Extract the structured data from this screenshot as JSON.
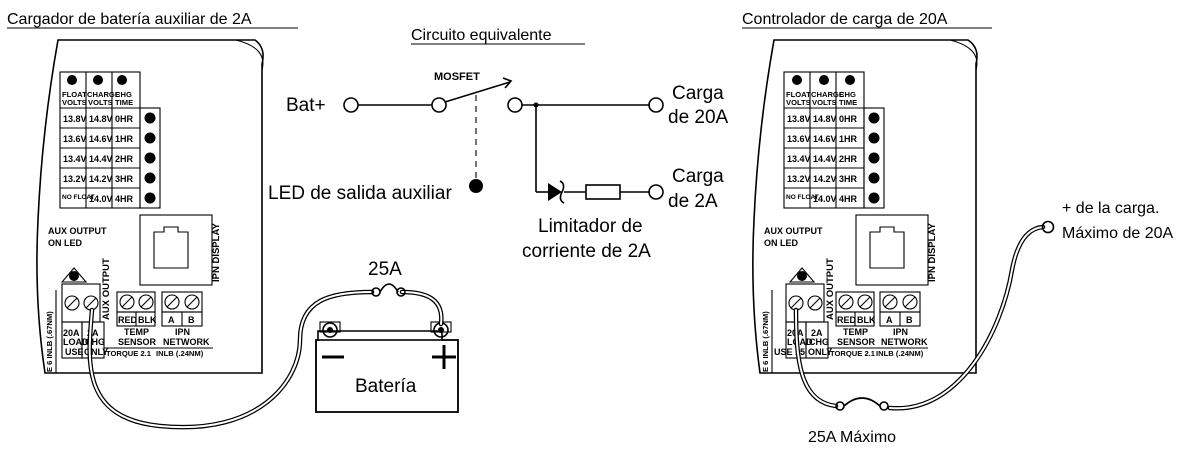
{
  "titles": {
    "left": "Cargador de batería auxiliar de 2A",
    "middle": "Circuito equivalente",
    "right": "Controlador de carga de 20A"
  },
  "controller": {
    "header_col1": [
      "FLOAT",
      "VOLTS"
    ],
    "header_col2": [
      "CHARGE",
      "VOLTS"
    ],
    "header_col3": [
      "CHG",
      "TIME"
    ],
    "rows": [
      [
        "13.8V",
        "14.8V",
        "0HR"
      ],
      [
        "13.6V",
        "14.6V",
        "1HR"
      ],
      [
        "13.4V",
        "14.4V",
        "2HR"
      ],
      [
        "13.2V",
        "14.2V",
        "3HR"
      ],
      [
        "NO FLOAT",
        "14.0V",
        "4HR"
      ]
    ],
    "aux_label_1": "AUX OUTPUT",
    "aux_label_2": "ON LED",
    "ipn_display": "IPN DISPLAY",
    "aux_output": "AUX OUTPUT",
    "term_red": "RED",
    "term_blk": "BLK",
    "term_a": "A",
    "term_b": "B",
    "load_20a": [
      "20A",
      "LOAD",
      "USE"
    ],
    "chg_2a": [
      "2A",
      "CHG",
      "ONLY"
    ],
    "temp_sensor": [
      "TEMP",
      "SENSOR"
    ],
    "ipn_network": [
      "IPN",
      "NETWORK"
    ],
    "torque_left": "TORQUE 2.1",
    "inlb_left": "INLB (.24NM)",
    "side_torque": "E 6 INLB (.67NM)",
    "use_15": "USE 15"
  },
  "circuit": {
    "bat_plus": "Bat+",
    "mosfet": "MOSFET",
    "carga_20a_1": "Carga",
    "carga_20a_2": "de 20A",
    "carga_2a_1": "Carga",
    "carga_2a_2": "de 2A",
    "led_label": "LED de salida auxiliar",
    "limiter_1": "Limitador de",
    "limiter_2": "corriente de 2A"
  },
  "left_diagram": {
    "fuse": "25A",
    "battery": "Batería"
  },
  "right_diagram": {
    "load_1": "+ de la carga.",
    "load_2": "Máximo de 20A",
    "fuse": "25A Máximo"
  }
}
